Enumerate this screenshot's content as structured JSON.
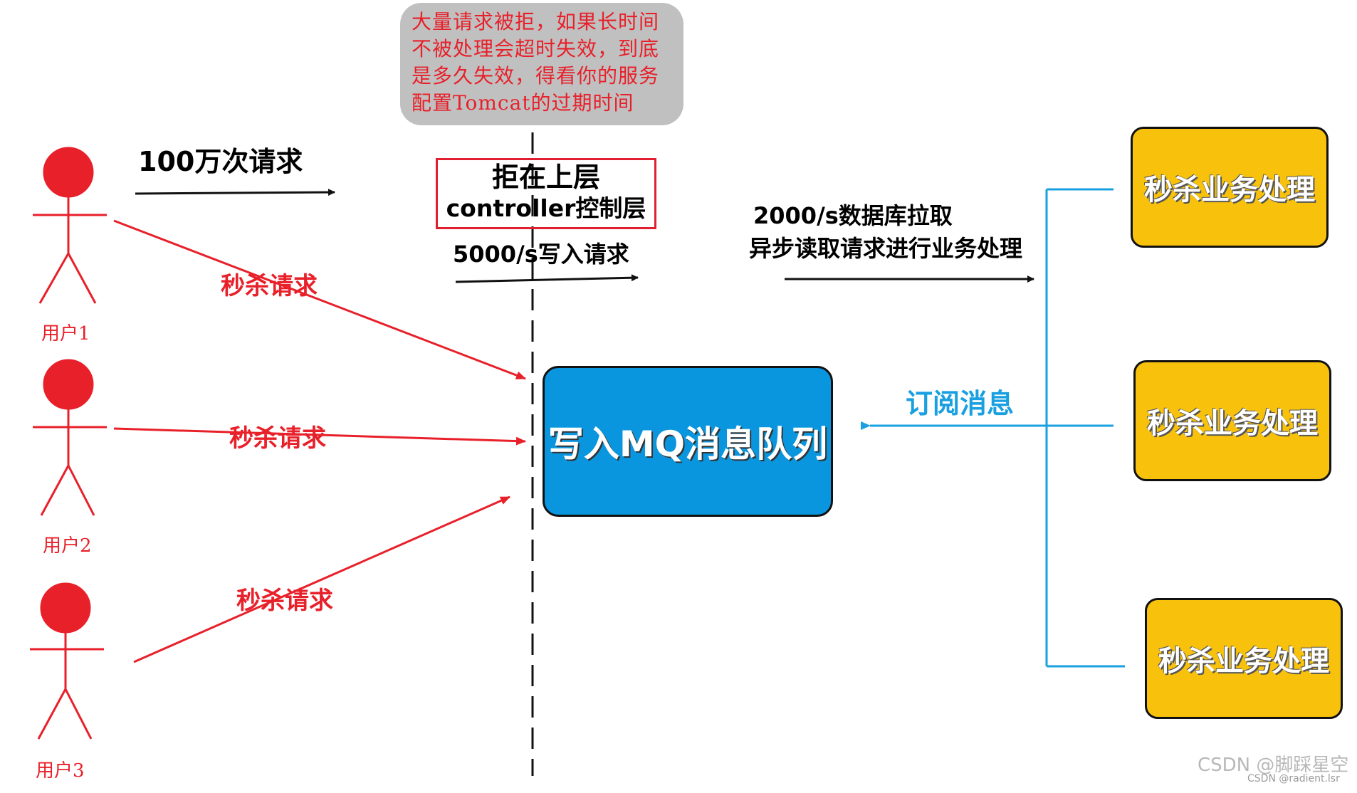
{
  "note": {
    "lines": [
      "大量请求被拒，如果长时间",
      "不被处理会超时失效，到底",
      "是多久失效，得看你的服务",
      "配置Tomcat的过期时间"
    ]
  },
  "controller": {
    "line1": "拒在上层",
    "line2": "controller控制层"
  },
  "labels": {
    "million_requests": "100万次请求",
    "write_rate": "5000/s写入请求",
    "db_pull_line1": "2000/s数据库拉取",
    "db_pull_line2": "异步读取请求进行业务处理",
    "subscribe": "订阅消息",
    "seckill_request": "秒杀请求"
  },
  "users": [
    "用户1",
    "用户2",
    "用户3"
  ],
  "mq_box": "写入MQ消息队列",
  "biz_boxes": [
    "秒杀业务处理",
    "秒杀业务处理",
    "秒杀业务处理"
  ],
  "watermark": "CSDN @脚踩星空",
  "watermark2": "CSDN @radient.lsr",
  "colors": {
    "user_red": "#e8202a",
    "arrow_red": "#e8202a",
    "mq_blue": "#0a96de",
    "biz_yellow": "#f8c20c",
    "subscribe_blue": "#1aa0e0",
    "note_gray": "#c0c0c0"
  }
}
